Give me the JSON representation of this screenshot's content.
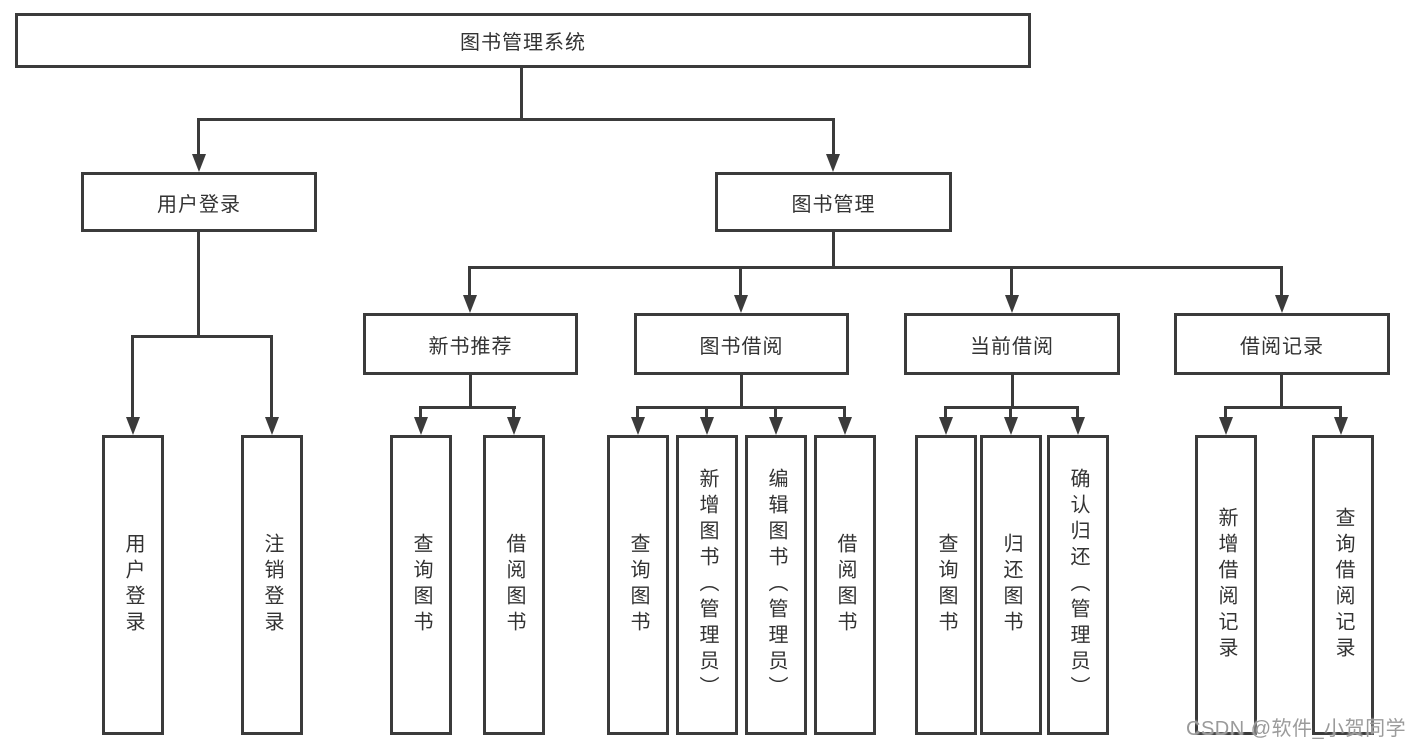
{
  "diagram": {
    "title": "图书管理系统",
    "nodes": {
      "root": {
        "label": "图书管理系统"
      },
      "user_login": {
        "label": "用户登录"
      },
      "book_management": {
        "label": "图书管理"
      },
      "new_book_recommend": {
        "label": "新书推荐"
      },
      "book_borrow": {
        "label": "图书借阅"
      },
      "current_borrow": {
        "label": "当前借阅"
      },
      "borrow_record": {
        "label": "借阅记录"
      },
      "login_user_login": {
        "label": "用户登录"
      },
      "login_logout": {
        "label": "注销登录"
      },
      "nbr_query_book": {
        "label": "查询图书"
      },
      "nbr_borrow_book": {
        "label": "借阅图书"
      },
      "bb_query_book": {
        "label": "查询图书"
      },
      "bb_add_book_admin": {
        "label": "新增图书（管理员）"
      },
      "bb_edit_book_admin": {
        "label": "编辑图书（管理员）"
      },
      "bb_borrow_book": {
        "label": "借阅图书"
      },
      "cb_query_book": {
        "label": "查询图书"
      },
      "cb_return_book": {
        "label": "归还图书"
      },
      "cb_confirm_return_admin": {
        "label": "确认归还（管理员）"
      },
      "br_add_record": {
        "label": "新增借阅记录"
      },
      "br_query_record": {
        "label": "查询借阅记录"
      }
    },
    "edges": [
      [
        "root",
        "user_login"
      ],
      [
        "root",
        "book_management"
      ],
      [
        "user_login",
        "login_user_login"
      ],
      [
        "user_login",
        "login_logout"
      ],
      [
        "book_management",
        "new_book_recommend"
      ],
      [
        "book_management",
        "book_borrow"
      ],
      [
        "book_management",
        "current_borrow"
      ],
      [
        "book_management",
        "borrow_record"
      ],
      [
        "new_book_recommend",
        "nbr_query_book"
      ],
      [
        "new_book_recommend",
        "nbr_borrow_book"
      ],
      [
        "book_borrow",
        "bb_query_book"
      ],
      [
        "book_borrow",
        "bb_add_book_admin"
      ],
      [
        "book_borrow",
        "bb_edit_book_admin"
      ],
      [
        "book_borrow",
        "bb_borrow_book"
      ],
      [
        "current_borrow",
        "cb_query_book"
      ],
      [
        "current_borrow",
        "cb_return_book"
      ],
      [
        "current_borrow",
        "cb_confirm_return_admin"
      ],
      [
        "borrow_record",
        "br_add_record"
      ],
      [
        "borrow_record",
        "br_query_record"
      ]
    ]
  },
  "watermark": {
    "text": "CSDN @软件_小贺同学"
  },
  "colors": {
    "line": "#3b3b3b",
    "text": "#333333",
    "watermark": "#9b9b9b",
    "background": "#ffffff"
  }
}
